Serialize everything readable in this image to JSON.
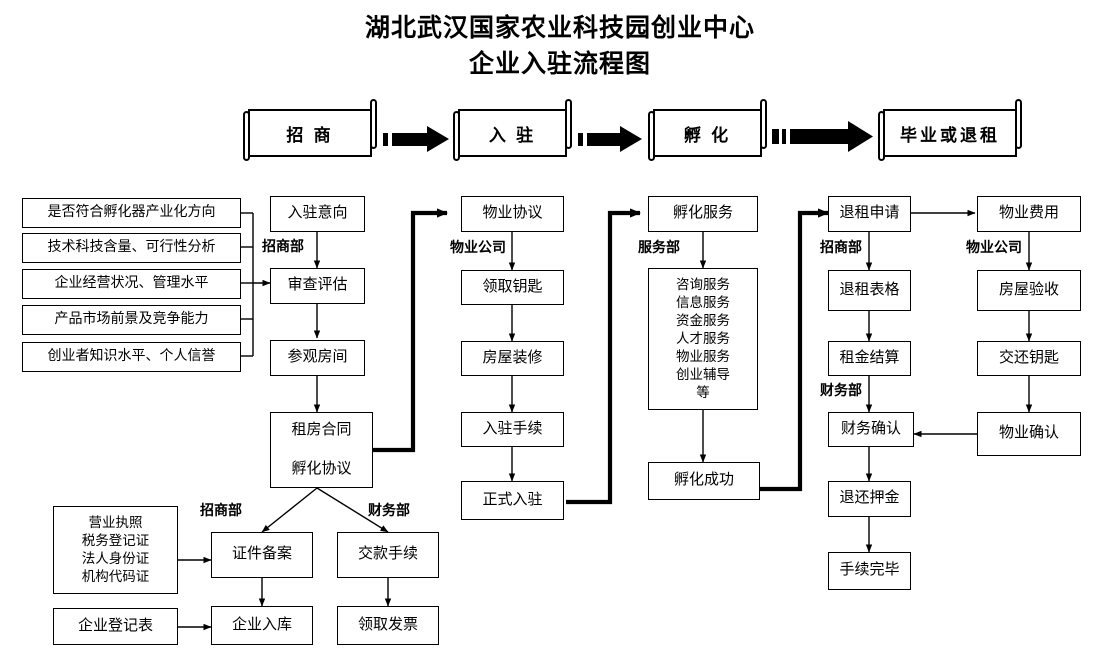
{
  "title": {
    "line1": "湖北武汉国家农业科技园创业中心",
    "line2": "企业入驻流程图"
  },
  "stages": [
    {
      "label": "招 商"
    },
    {
      "label": "入 驻"
    },
    {
      "label": "孵 化"
    },
    {
      "label": "毕业或退租"
    }
  ],
  "criteria": {
    "items": [
      "是否符合孵化器产业化方向",
      "技术科技含量、可行性分析",
      "企业经营状况、管理水平",
      "产品市场前景及竞争能力",
      "创业者知识水平、个人信誉"
    ]
  },
  "columns": {
    "recruit": {
      "dept": "招商部",
      "steps": [
        "入驻意向",
        "审查评估",
        "参观房间",
        "租房合同\n\n孵化协议"
      ]
    },
    "settle": {
      "dept": "物业公司",
      "steps": [
        "物业协议",
        "领取钥匙",
        "房屋装修",
        "入驻手续",
        "正式入驻"
      ]
    },
    "incubate": {
      "dept": "服务部",
      "steps": [
        "孵化服务",
        "咨询服务\n信息服务\n资金服务\n人才服务\n物业服务\n创业辅导\n等",
        "孵化成功"
      ]
    },
    "exit_left": {
      "dept_top": "招商部",
      "dept_mid": "财务部",
      "steps": [
        "退租申请",
        "退租表格",
        "租金结算",
        "财务确认",
        "退还押金",
        "手续完毕"
      ]
    },
    "exit_right": {
      "dept": "物业公司",
      "steps": [
        "物业费用",
        "房屋验收",
        "交还钥匙",
        "物业确认"
      ]
    }
  },
  "bottom": {
    "documents": "营业执照\n税务登记证\n法人身份证\n机构代码证",
    "registration_form": "企业登记表",
    "dept_left": "招商部",
    "dept_right": "财务部",
    "left_steps": [
      "证件备案",
      "企业入库"
    ],
    "right_steps": [
      "交款手续",
      "领取发票"
    ]
  },
  "colors": {
    "line": "#000000",
    "background": "#ffffff",
    "text": "#000000"
  }
}
